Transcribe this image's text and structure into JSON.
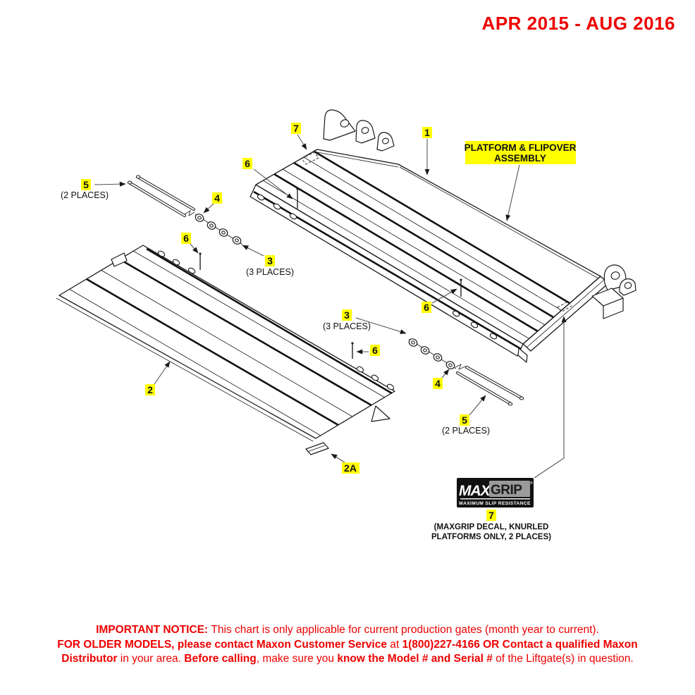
{
  "header": {
    "date_range": "APR 2015 - AUG 2016"
  },
  "diagram": {
    "assembly_label": {
      "line1": "PLATFORM & FLIPOVER",
      "line2": "ASSEMBLY"
    },
    "callouts": {
      "c1": "1",
      "c2": "2",
      "c2a": "2A",
      "c3a": "3",
      "c3b": "3",
      "c4a": "4",
      "c4b": "4",
      "c5a": "5",
      "c5b": "5",
      "c6a": "6",
      "c6b": "6",
      "c6c": "6",
      "c6d": "6",
      "c7a": "7",
      "c7b": "7"
    },
    "notes": {
      "places2": "(2 PLACES)",
      "places3": "(3 PLACES)"
    },
    "maxgrip": {
      "brand_max": "MAX",
      "brand_grip": "GRIP",
      "reg_mark": "®",
      "tagline": "MAXIMUM SLIP RESISTANCE",
      "note_line1": "(MAXGRIP DECAL, KNURLED",
      "note_line2": "PLATFORMS ONLY, 2 PLACES)"
    }
  },
  "notice": {
    "l1b": "IMPORTANT NOTICE: ",
    "l1r": "This chart is only applicable for current production gates (month year to current).",
    "l2b1": "FOR OLDER MODELS, please contact Maxon Customer Service",
    "l2r1": " at ",
    "l2b2": "1(800)227-4166 OR Contact a qualified Maxon",
    "l3b1": "Distributor",
    "l3r1": " in your area. ",
    "l3b2": "Before calling",
    "l3r2": ", make sure you ",
    "l3b3": "know the Model # and Serial #",
    "l3r3": " of the Liftgate(s) in question."
  },
  "colors": {
    "accent_red": "#ee0000",
    "highlight_yellow": "#ffff00",
    "line_ink": "#1a1a1a",
    "decal_black": "#111111",
    "decal_gray": "#9a9a9a"
  }
}
